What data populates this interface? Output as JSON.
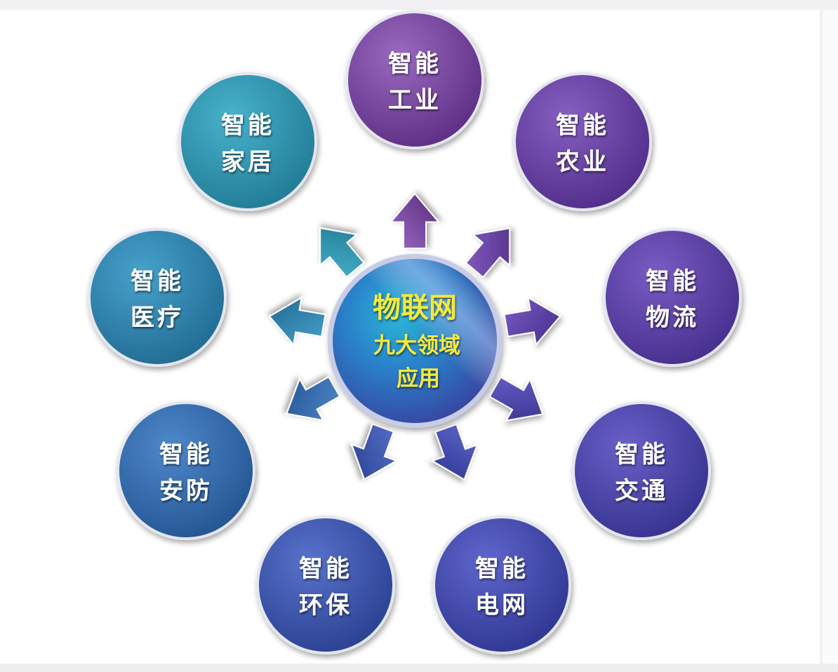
{
  "center": {
    "line1": "物联网",
    "line2": "九大领域",
    "line3": "应用"
  },
  "nodes": [
    {
      "line1": "智能",
      "line2": "工业",
      "color_light": "#9a6ac0",
      "color_dark": "#5a2a80"
    },
    {
      "line1": "智能",
      "line2": "农业",
      "color_light": "#8660c2",
      "color_dark": "#4e2a86"
    },
    {
      "line1": "智能",
      "line2": "物流",
      "color_light": "#7a5cc4",
      "color_dark": "#432c8a"
    },
    {
      "line1": "智能",
      "line2": "交通",
      "color_light": "#6a60c8",
      "color_dark": "#33308c"
    },
    {
      "line1": "智能",
      "line2": "电网",
      "color_light": "#6066cc",
      "color_dark": "#2c348e"
    },
    {
      "line1": "智能",
      "line2": "环保",
      "color_light": "#5872cc",
      "color_dark": "#283e8e"
    },
    {
      "line1": "智能",
      "line2": "安防",
      "color_light": "#4e88cc",
      "color_dark": "#22528e"
    },
    {
      "line1": "智能",
      "line2": "医疗",
      "color_light": "#46a2cc",
      "color_dark": "#1f6890"
    },
    {
      "line1": "智能",
      "line2": "家居",
      "color_light": "#48b2cc",
      "color_dark": "#1f7892"
    }
  ]
}
